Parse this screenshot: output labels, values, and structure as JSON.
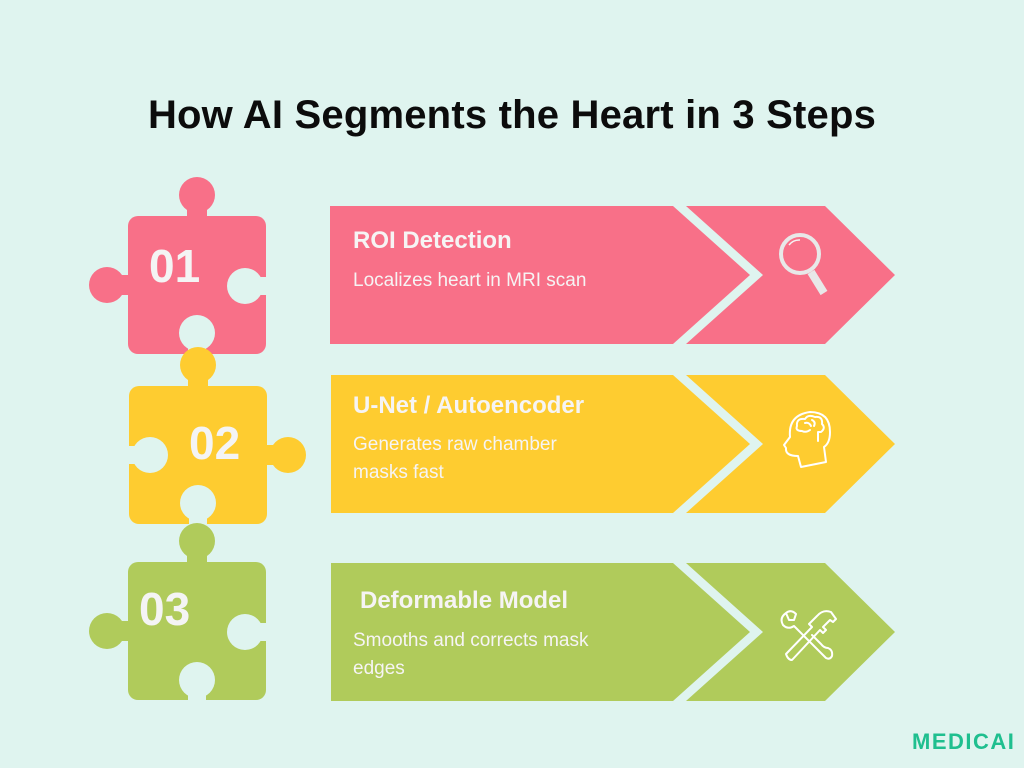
{
  "title": "How AI Segments the Heart in 3 Steps",
  "brand": "MEDICAI",
  "colors": {
    "background": "#dff4ef",
    "step1": "#f87088",
    "step2": "#fecc30",
    "step3": "#b0cb5b",
    "brand": "#1fbf8f"
  },
  "steps": [
    {
      "number": "01",
      "title": "ROI Detection",
      "description": "Localizes heart in MRI scan",
      "icon": "magnifier-icon"
    },
    {
      "number": "02",
      "title": "U-Net / Autoencoder",
      "description": "Generates raw chamber masks fast",
      "icon": "brain-head-icon"
    },
    {
      "number": "03",
      "title": "Deformable Model",
      "description": "Smooths and corrects mask edges",
      "icon": "tools-icon"
    }
  ]
}
